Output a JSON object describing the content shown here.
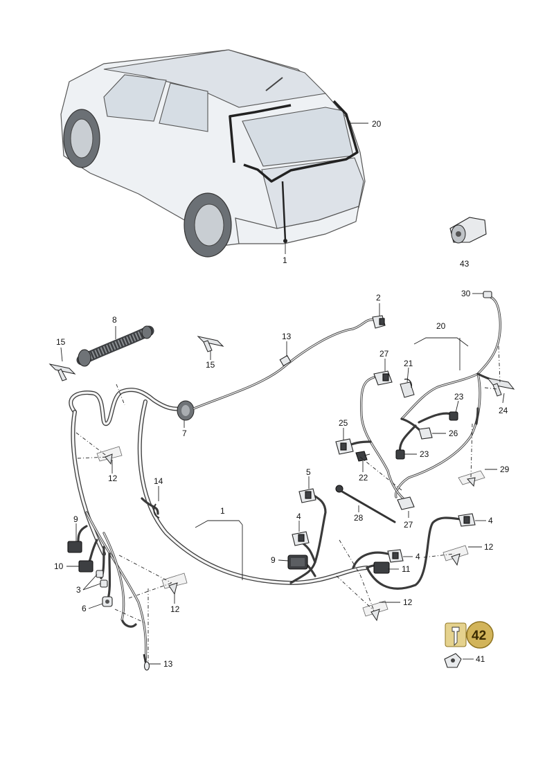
{
  "callouts": {
    "c1_top": "1",
    "c43": "43",
    "c20_top": "20",
    "c2": "2",
    "c8": "8",
    "c15a": "15",
    "c15b": "15",
    "c13a": "13",
    "c7": "7",
    "c30": "30",
    "c20": "20",
    "c27a": "27",
    "c21": "21",
    "c23a": "23",
    "c24": "24",
    "c25": "25",
    "c26": "26",
    "c23b": "23",
    "c22": "22",
    "c29": "29",
    "c28": "28",
    "c27b": "27",
    "c12a": "12",
    "c14": "14",
    "c1": "1",
    "c5": "5",
    "c4a": "4",
    "c4b": "4",
    "c4c": "4",
    "c9a": "9",
    "c10": "10",
    "c3": "3",
    "c6": "6",
    "c12b": "12",
    "c13b": "13",
    "c9b": "9",
    "c11": "11",
    "c12c": "12",
    "c12d": "12",
    "c41": "41"
  },
  "badge": {
    "label": "42"
  },
  "colors": {
    "badge_fill": "#d2b45a",
    "badge_stroke": "#8f7422",
    "part_fill": "#e8eaec"
  }
}
